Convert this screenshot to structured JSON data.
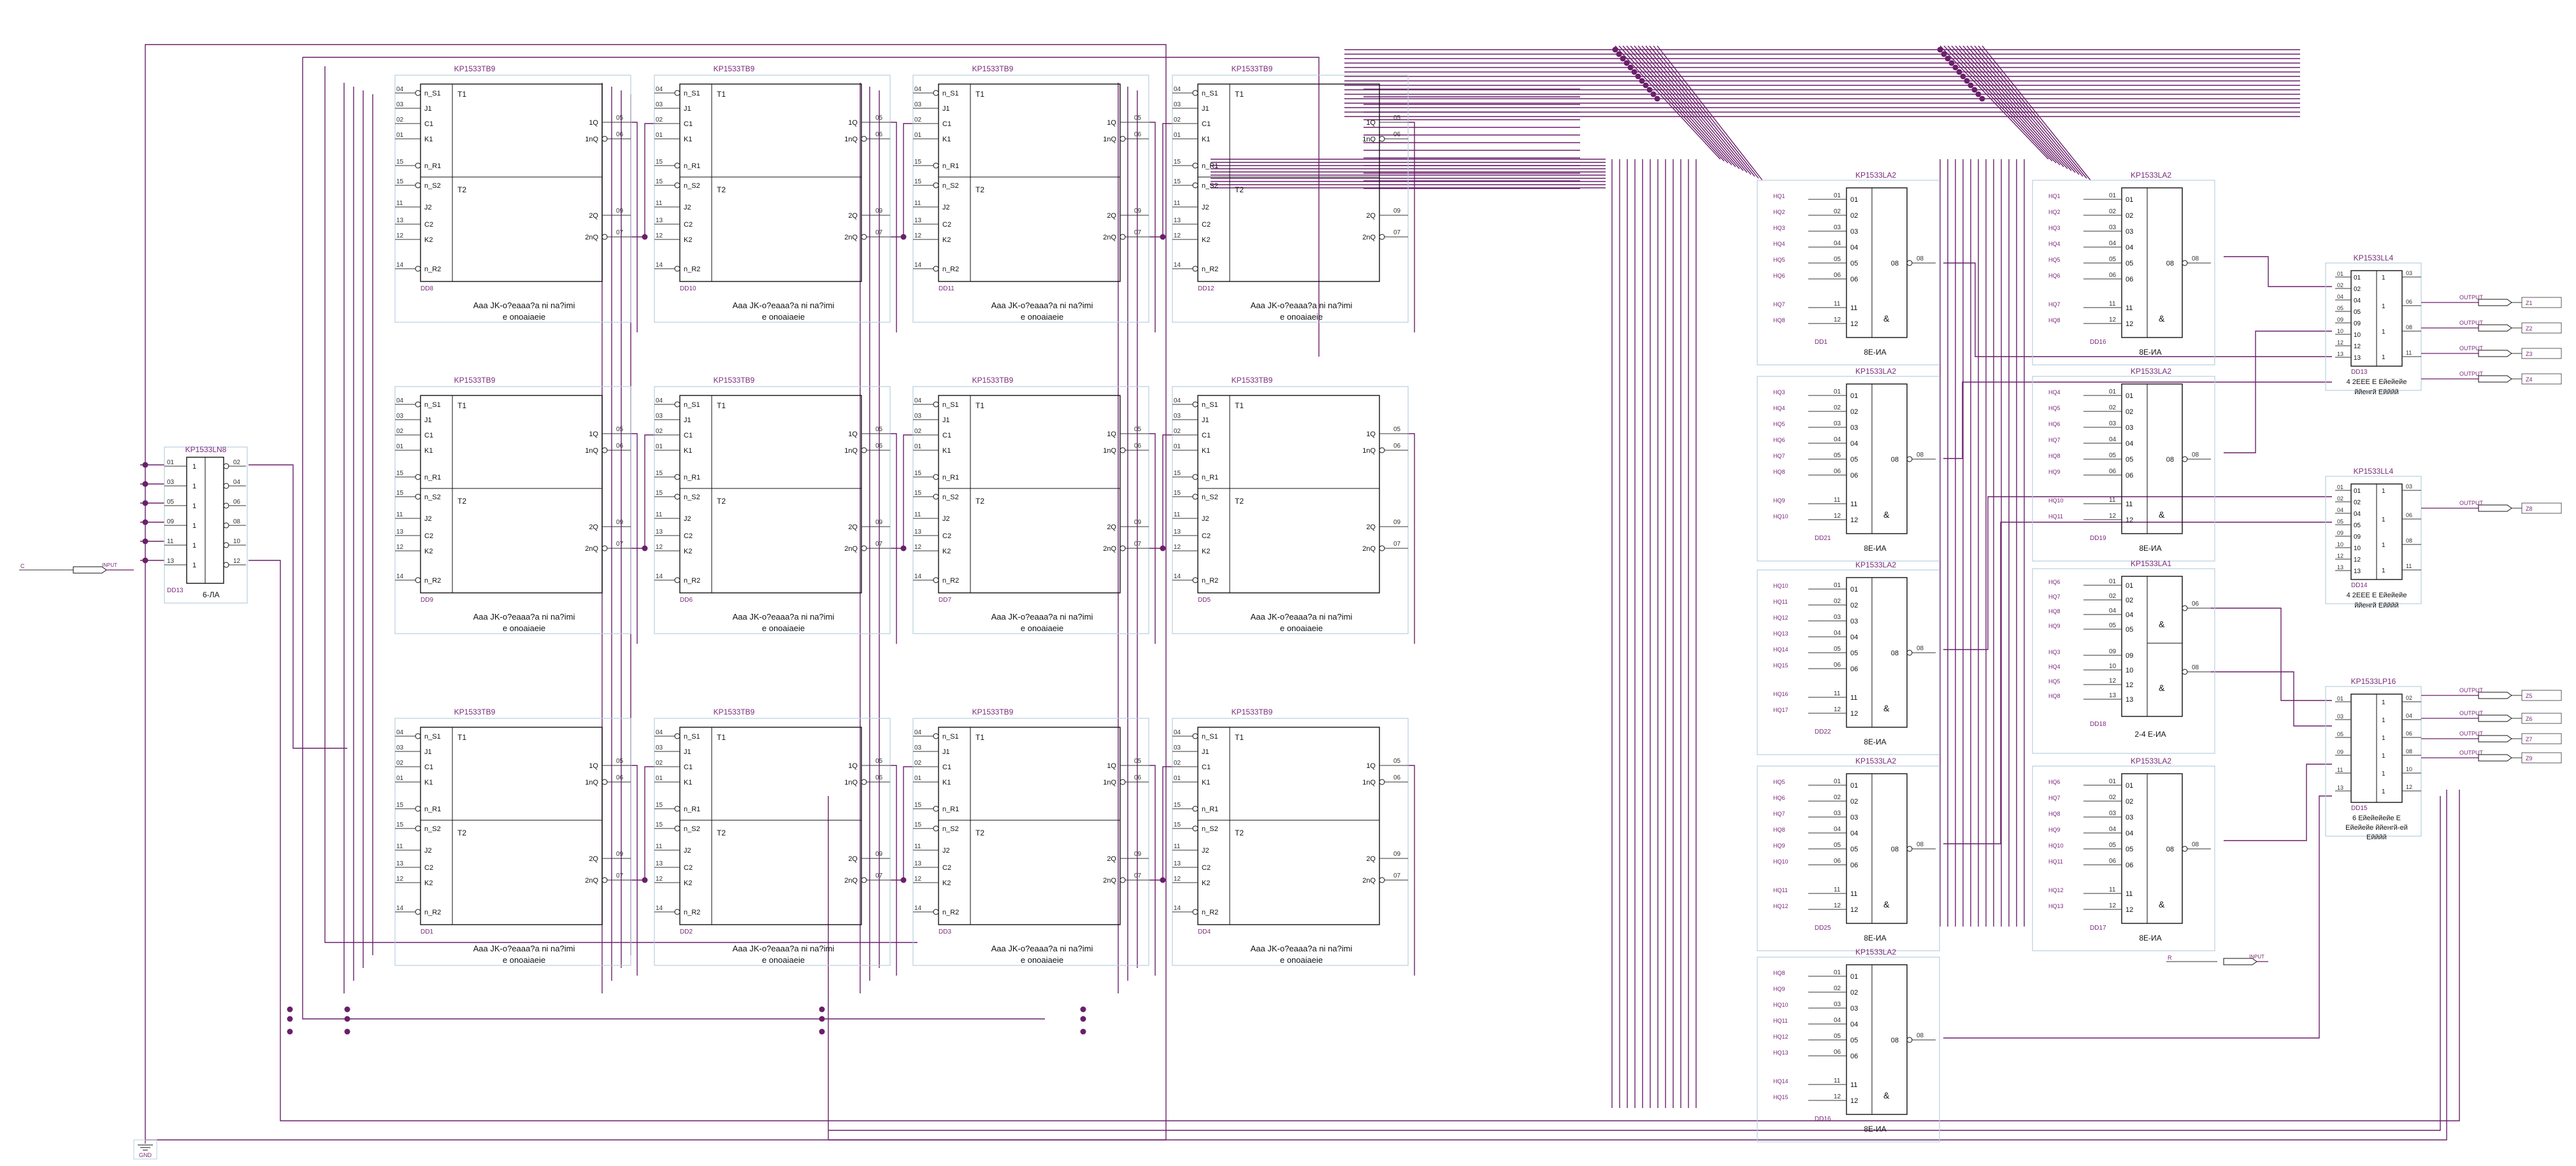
{
  "colors": {
    "wire": "#6a1f6a",
    "ref": "#7a2a7a",
    "body": "#111111",
    "frame": "#b7cfe0",
    "pin": "#333333"
  },
  "symbols": {
    "ground": "GND"
  },
  "ports": {
    "input_c": {
      "name": "C",
      "label": "INPUT"
    },
    "input_r": {
      "name": "R",
      "label": "INPUT"
    }
  },
  "inverter": {
    "part": "KP1533LN8",
    "ref": "DD13",
    "name": "6-ЛА",
    "symbol": "1",
    "pins_in": [
      "01",
      "03",
      "05",
      "09",
      "11",
      "13"
    ],
    "pins_out": [
      "02",
      "04",
      "06",
      "08",
      "10",
      "12"
    ]
  },
  "flipflops": {
    "part": "KP1533TB9",
    "func1": "Аaa JK-o?eaaa?a ni na?imi",
    "func2": "e onoaiaeie",
    "pins_left": [
      "04",
      "03",
      "02",
      "01",
      "15",
      "15",
      "11",
      "13",
      "12",
      "14"
    ],
    "pins_right_q1": "05",
    "pins_right_nq1": "06",
    "pins_right_q2": "09",
    "pins_right_nq2": "07",
    "labels": [
      "n_S1",
      "J1",
      "C1",
      "K1",
      "n_R1",
      "n_S2",
      "J2",
      "C2",
      "K2",
      "n_R2"
    ],
    "outputs": [
      "1Q",
      "1nQ",
      "2Q",
      "2nQ"
    ],
    "sections": [
      "T1",
      "T2"
    ],
    "refs": [
      "DD8",
      "DD10",
      "DD11",
      "DD12",
      "DD9",
      "DD6",
      "DD7",
      "DD5",
      "DD1",
      "DD2",
      "DD3",
      "DD4"
    ]
  },
  "nand_gates": {
    "part": "KP1533LA2",
    "name": "8Е-ИА",
    "symbol": "&",
    "pins_in": [
      "01",
      "02",
      "03",
      "04",
      "05",
      "06",
      "11",
      "12"
    ],
    "pin_out": "08",
    "left": [
      {
        "ref": "DD1",
        "inputs": [
          "НQ1",
          "НQ2",
          "НQ3",
          "НQ4",
          "НQ5",
          "НQ6",
          "НQ7",
          "НQ8"
        ]
      },
      {
        "ref": "DD21",
        "inputs": [
          "НQ3",
          "НQ4",
          "НQ5",
          "НQ6",
          "НQ7",
          "НQ8",
          "НQ9",
          "НQ10"
        ]
      },
      {
        "ref": "DD22",
        "inputs": [
          "НQ10",
          "НQ11",
          "НQ12",
          "НQ13",
          "НQ14",
          "НQ15",
          "НQ16",
          "НQ17"
        ]
      },
      {
        "ref": "DD25",
        "inputs": [
          "НQ5",
          "НQ6",
          "НQ7",
          "НQ8",
          "НQ9",
          "НQ10",
          "НQ11",
          "НQ12"
        ]
      },
      {
        "ref": "DD16",
        "inputs": [
          "НQ8",
          "НQ9",
          "НQ10",
          "НQ11",
          "НQ12",
          "НQ13",
          "НQ14",
          "НQ15"
        ]
      }
    ],
    "right": [
      {
        "ref": "DD16",
        "inputs": [
          "НQ1",
          "НQ2",
          "НQ3",
          "НQ4",
          "НQ5",
          "НQ6",
          "НQ7",
          "НQ8"
        ]
      },
      {
        "ref": "DD19",
        "inputs": [
          "НQ4",
          "НQ5",
          "НQ6",
          "НQ7",
          "НQ8",
          "НQ9",
          "НQ10",
          "НQ11"
        ]
      },
      {
        "ref": "DD17",
        "inputs": [
          "НQ6",
          "НQ7",
          "НQ8",
          "НQ9",
          "НQ10",
          "НQ11",
          "НQ12",
          "НQ13"
        ]
      }
    ]
  },
  "nand4": {
    "part": "KP1533LA1",
    "ref": "DD18",
    "name": "2-4 Е-ИА",
    "symbol": "&",
    "pins_in": [
      "01",
      "02",
      "04",
      "05",
      "09",
      "10",
      "12",
      "13"
    ],
    "pins_out": [
      "06",
      "08"
    ],
    "inputs": [
      "НQ6",
      "НQ7",
      "НQ8",
      "НQ9",
      "НQ3",
      "НQ4",
      "НQ5",
      "НQ8"
    ]
  },
  "and_or": [
    {
      "part": "KP1533LL4",
      "ref": "DD13",
      "l1": "4 2ЕЕЕ Е Ейейейе",
      "l2": "ййенгй Ейййй"
    },
    {
      "part": "KP1533LL4",
      "ref": "DD14",
      "l1": "4 2ЕЕЕ Е Ейейейе",
      "l2": "ййенгй Ейййй"
    }
  ],
  "mux": {
    "part": "KP1533LP16",
    "ref": "DD15",
    "l1": "6 Ейейейейе Е",
    "l2": "Ейейейе ййенгй-ей",
    "l3": "Ейййй"
  },
  "outputs": [
    {
      "label": "OUTPUT",
      "num": "Z1"
    },
    {
      "label": "OUTPUT",
      "num": "Z2"
    },
    {
      "label": "OUTPUT",
      "num": "Z3"
    },
    {
      "label": "OUTPUT",
      "num": "Z4"
    },
    {
      "label": "OUTPUT",
      "num": "Z8"
    },
    {
      "label": "OUTPUT",
      "num": "Z5"
    },
    {
      "label": "OUTPUT",
      "num": "Z6"
    },
    {
      "label": "OUTPUT",
      "num": "Z7"
    },
    {
      "label": "OUTPUT",
      "num": "Z9"
    }
  ]
}
